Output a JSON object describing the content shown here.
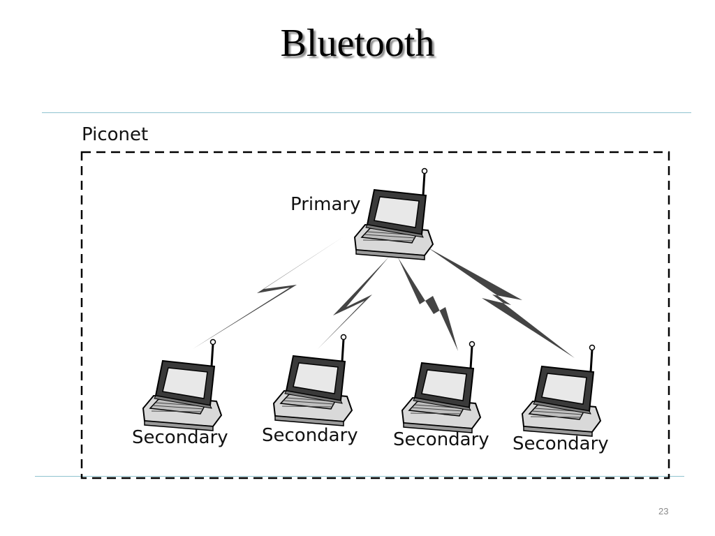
{
  "slide": {
    "title": "Bluetooth",
    "page_number": "23"
  },
  "diagram": {
    "group_label": "Piconet",
    "primary_label": "Primary",
    "secondary_labels": [
      "Secondary",
      "Secondary",
      "Secondary",
      "Secondary"
    ],
    "accent_rule_color": "#8fc3cf",
    "icons": [
      "laptop-icon",
      "wireless-link-icon"
    ]
  }
}
